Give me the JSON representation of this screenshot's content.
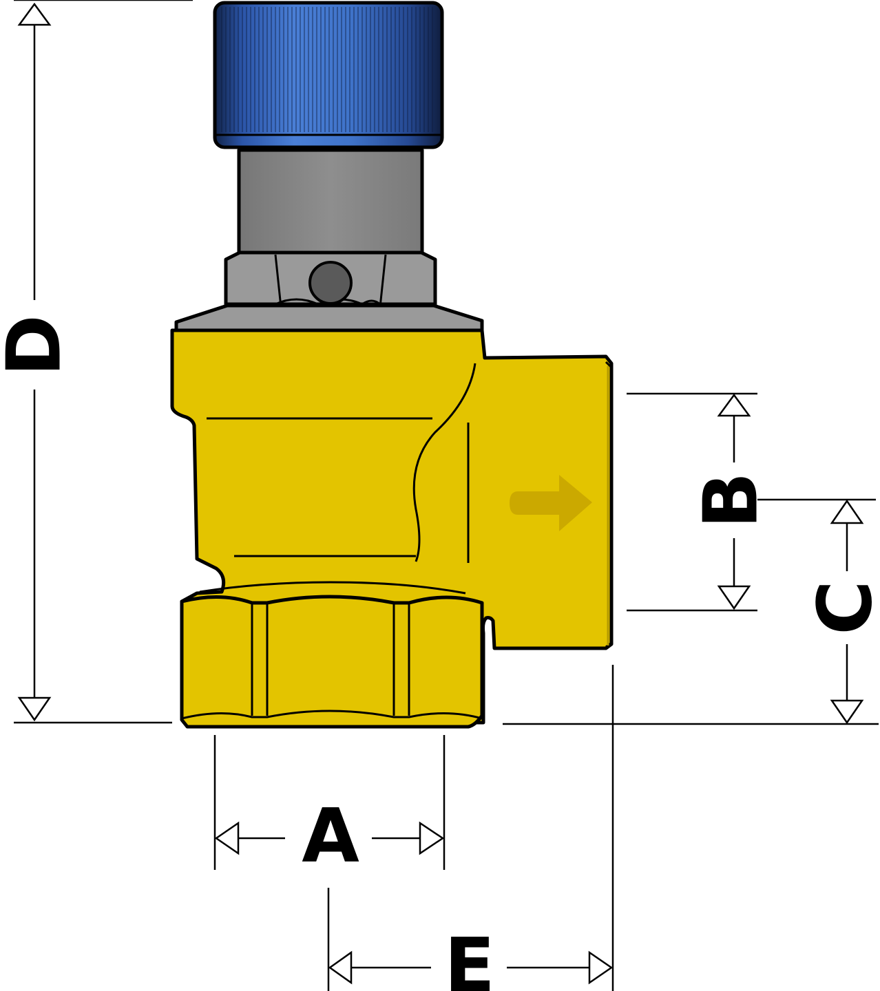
{
  "dimensions": {
    "a": "A",
    "b": "B",
    "c": "C",
    "d": "D",
    "e": "E"
  },
  "colors": {
    "body": "#e3c400",
    "body_dark": "#c4a800",
    "knob": "#3d6fc6",
    "knob_dark": "#1c3468",
    "stem": "#8a8a8a",
    "nut": "#9a9a9a",
    "flow_arrow": "#c9a800"
  },
  "icons": {
    "flow": "flow-direction-arrow-icon"
  }
}
